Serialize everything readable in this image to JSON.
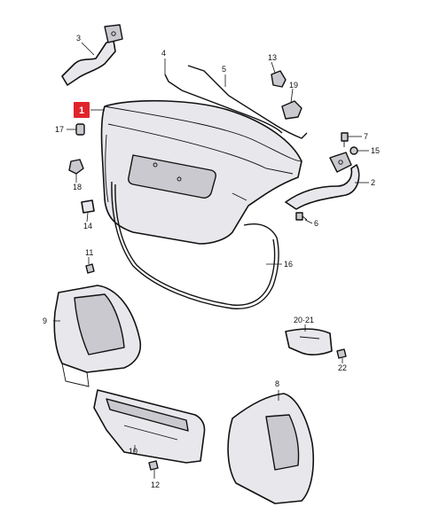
{
  "callout": {
    "label": "1"
  },
  "labels": {
    "p2": "2",
    "p3": "3",
    "p4": "4",
    "p5": "5",
    "p6": "6",
    "p7": "7",
    "p8": "8",
    "p9": "9",
    "p10": "10",
    "p11": "11",
    "p12": "12",
    "p13": "13",
    "p14": "14",
    "p15": "15",
    "p16": "16",
    "p17": "17",
    "p18": "18",
    "p19": "19",
    "p20_21": "20·21",
    "p22": "22"
  }
}
